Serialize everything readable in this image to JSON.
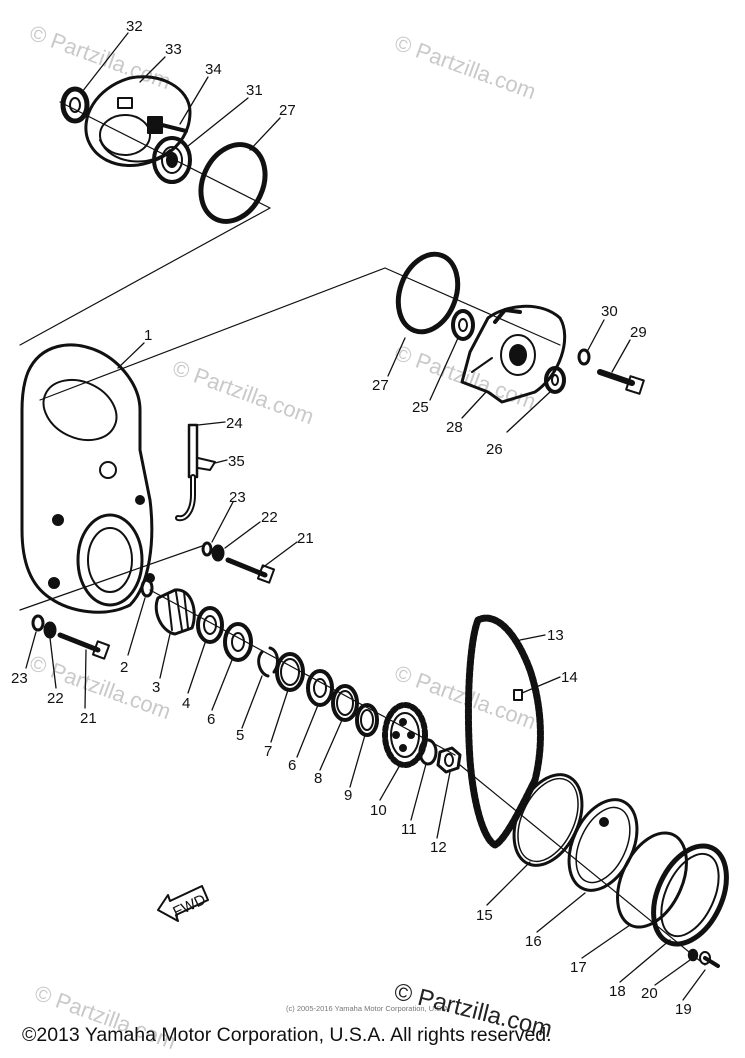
{
  "diagram": {
    "watermark": "© Partzilla.com",
    "fwd_label": "FWD",
    "copyright_small": "(c) 2005-2016 Yamaha Motor Corporation, U.S.A.",
    "brand_overlay": "© Partzilla.com",
    "footer_copyright": "©2013 Yamaha Motor Corporation, U.S.A. All rights reserved.",
    "callouts": [
      "32",
      "33",
      "34",
      "31",
      "27",
      "1",
      "27",
      "25",
      "28",
      "26",
      "30",
      "29",
      "24",
      "35",
      "23",
      "22",
      "21",
      "23",
      "22",
      "21",
      "2",
      "3",
      "4",
      "6",
      "5",
      "7",
      "6",
      "8",
      "9",
      "10",
      "11",
      "12",
      "13",
      "14",
      "15",
      "16",
      "17",
      "18",
      "20",
      "19"
    ]
  }
}
